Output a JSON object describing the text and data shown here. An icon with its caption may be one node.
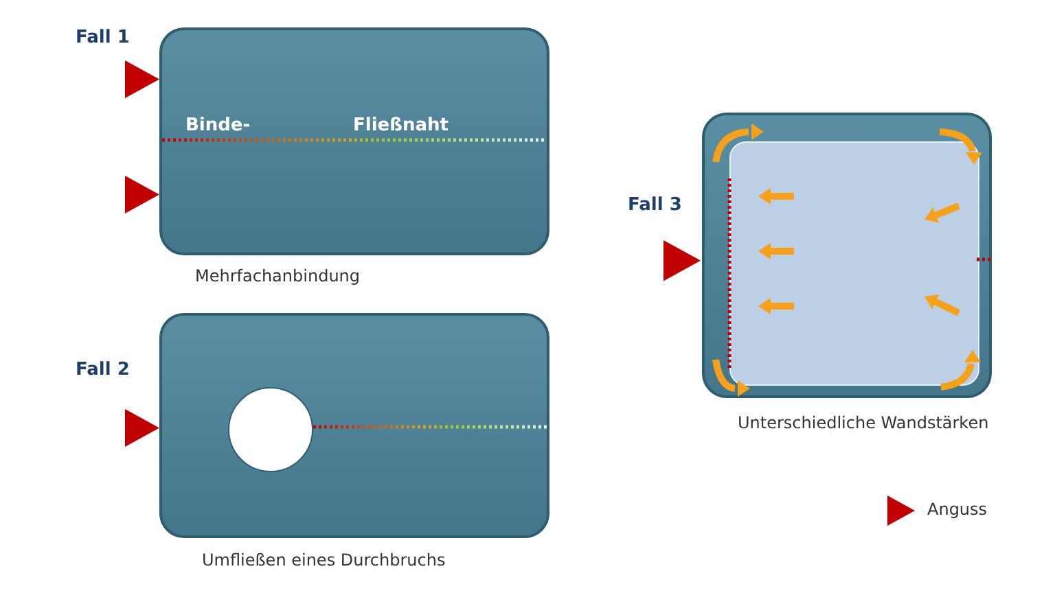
{
  "diagram": {
    "nodes": [
      {
        "text": [
          "Fall 1",
          "Binde-",
          "Fließnaht"
        ],
        "beside": [
          "Mehrfachanbindung"
        ]
      },
      {
        "text": [
          "Fall 2"
        ],
        "beside": [
          "Umfließen eines Durchbruchs"
        ]
      },
      {
        "text": [],
        "shape": "circle",
        "in": 1
      },
      {
        "text": [
          "Fall 3"
        ],
        "beside": [
          "Unterschiedliche Wandstärken"
        ]
      }
    ],
    "edges": [],
    "legend": [
      {
        "text": "Anguss"
      }
    ]
  }
}
